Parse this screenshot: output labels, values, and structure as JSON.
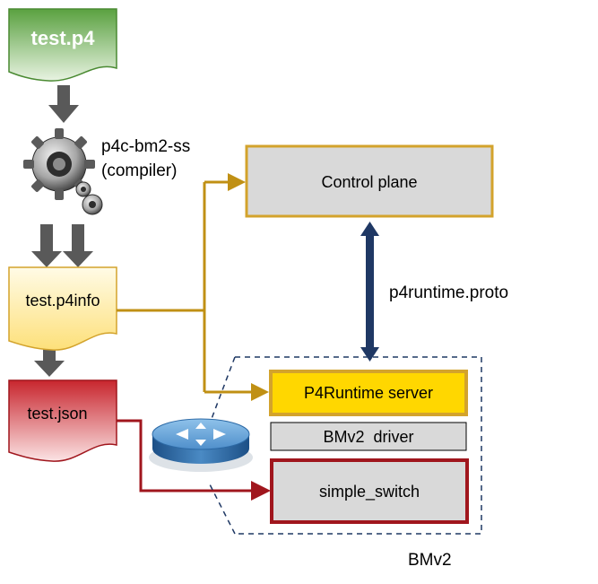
{
  "source_file": {
    "label": "test.p4"
  },
  "compiler": {
    "name": "p4c-bm2-ss",
    "note": "(compiler)",
    "icon": "gears-icon"
  },
  "p4info": {
    "label": "test.p4info"
  },
  "json": {
    "label": "test.json"
  },
  "control_plane": {
    "label": "Control plane"
  },
  "proto": {
    "label": "p4runtime.proto"
  },
  "p4runtime_server": {
    "label": "P4Runtime server"
  },
  "bmv2_driver": {
    "label": "BMv2  driver"
  },
  "simple_switch": {
    "label": "simple_switch"
  },
  "container": {
    "label": "BMv2",
    "icon": "router-icon"
  },
  "colors": {
    "green": "#5aa140",
    "yellow_border": "#d3a32c",
    "yellow_fill": "#ffd700",
    "red": "#a0161d",
    "navy": "#1f3864",
    "gray_fill": "#d9d9d9",
    "arrow_gray": "#595959",
    "connector_gold": "#c09014"
  }
}
